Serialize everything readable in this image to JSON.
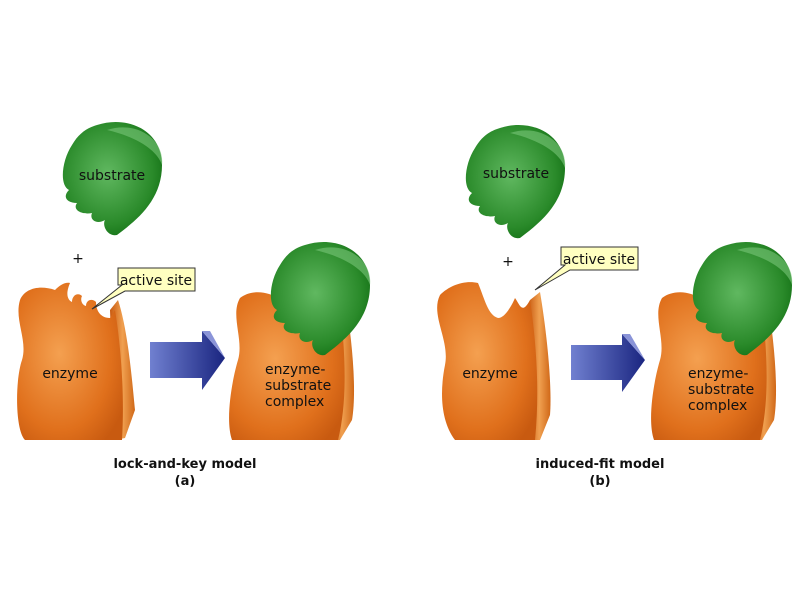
{
  "panel_a": {
    "substrate_label": "substrate",
    "plus": "+",
    "callout": "active site",
    "enzyme_label": "enzyme",
    "complex_label": [
      "enzyme-",
      "substrate",
      "complex"
    ],
    "caption": "lock-and-key model",
    "letter": "(a)"
  },
  "panel_b": {
    "substrate_label": "substrate",
    "plus": "+",
    "callout": "active site",
    "enzyme_label": "enzyme",
    "complex_label": [
      "enzyme-",
      "substrate",
      "complex"
    ],
    "caption": "induced-fit model",
    "letter": "(b)"
  },
  "colors": {
    "enzyme": "#e0701c",
    "substrate": "#2a8a2a",
    "arrow": "#2a3590",
    "callout": "#ffffc0"
  }
}
